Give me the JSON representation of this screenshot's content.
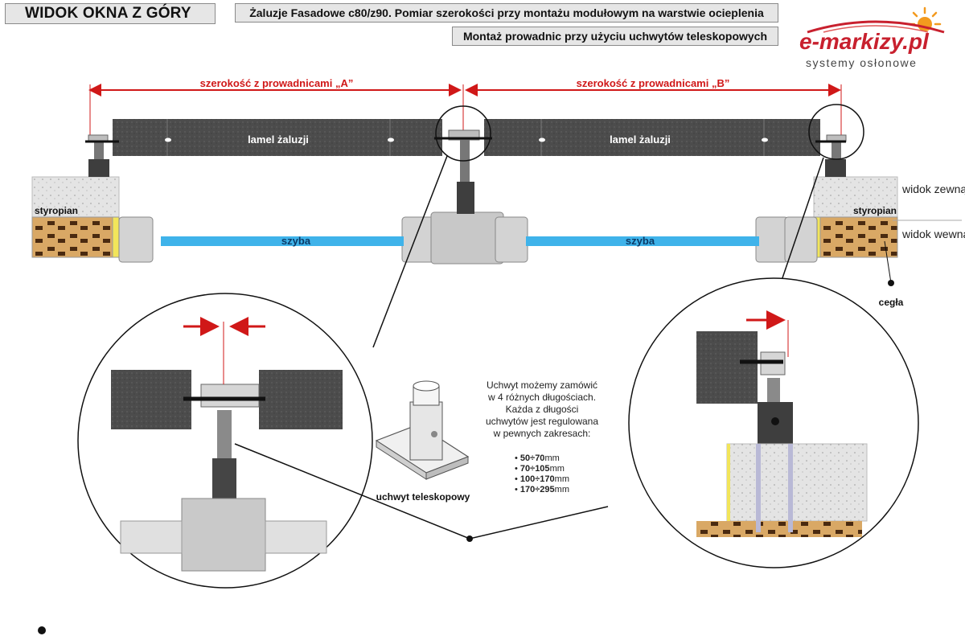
{
  "header": {
    "title": "WIDOK OKNA Z GÓRY",
    "subtitle_1": "Żaluzje Fasadowe c80/z90.  Pomiar szerokości przy montażu modułowym na warstwie ocieplenia",
    "subtitle_2": "Montaż prowadnic przy użyciu uchwytów teleskopowych"
  },
  "logo": {
    "brand": "e-markizy.pl",
    "tagline": "systemy osłonowe"
  },
  "dimensions": {
    "width_a": "szerokość z prowadnicami „A”",
    "width_b": "szerokość z prowadnicami „B”"
  },
  "labels": {
    "slat_left": "lamel żaluzji",
    "slat_right": "lamel żaluzji",
    "glass_left": "szyba",
    "glass_right": "szyba",
    "styrofoam_left": "styropian",
    "styrofoam_right": "styropian",
    "outside_view": "widok zewnątrz",
    "inside_view": "widok wewnątrz",
    "brick": "cegła",
    "bracket": "uchwyt teleskopowy"
  },
  "bracket_note": {
    "lines": [
      "Uchwyt możemy zamówić",
      "w 4 różnych długościach.",
      "Każda z długości",
      "uchwytów jest regulowana",
      "w pewnych zakresach:"
    ],
    "sizes": [
      {
        "range": "50÷70",
        "unit": "mm"
      },
      {
        "range": "70÷105",
        "unit": "mm"
      },
      {
        "range": "100÷170",
        "unit": "mm"
      },
      {
        "range": "170÷295",
        "unit": "mm"
      }
    ]
  },
  "colors": {
    "dimension_red": "#d01818",
    "glass_blue": "#3fb3ea",
    "slat_gray": "#4a4a4a",
    "insulation_yellow": "#f2e55a",
    "brick_tan": "#d9a865",
    "header_bg": "#e6e6e6"
  }
}
